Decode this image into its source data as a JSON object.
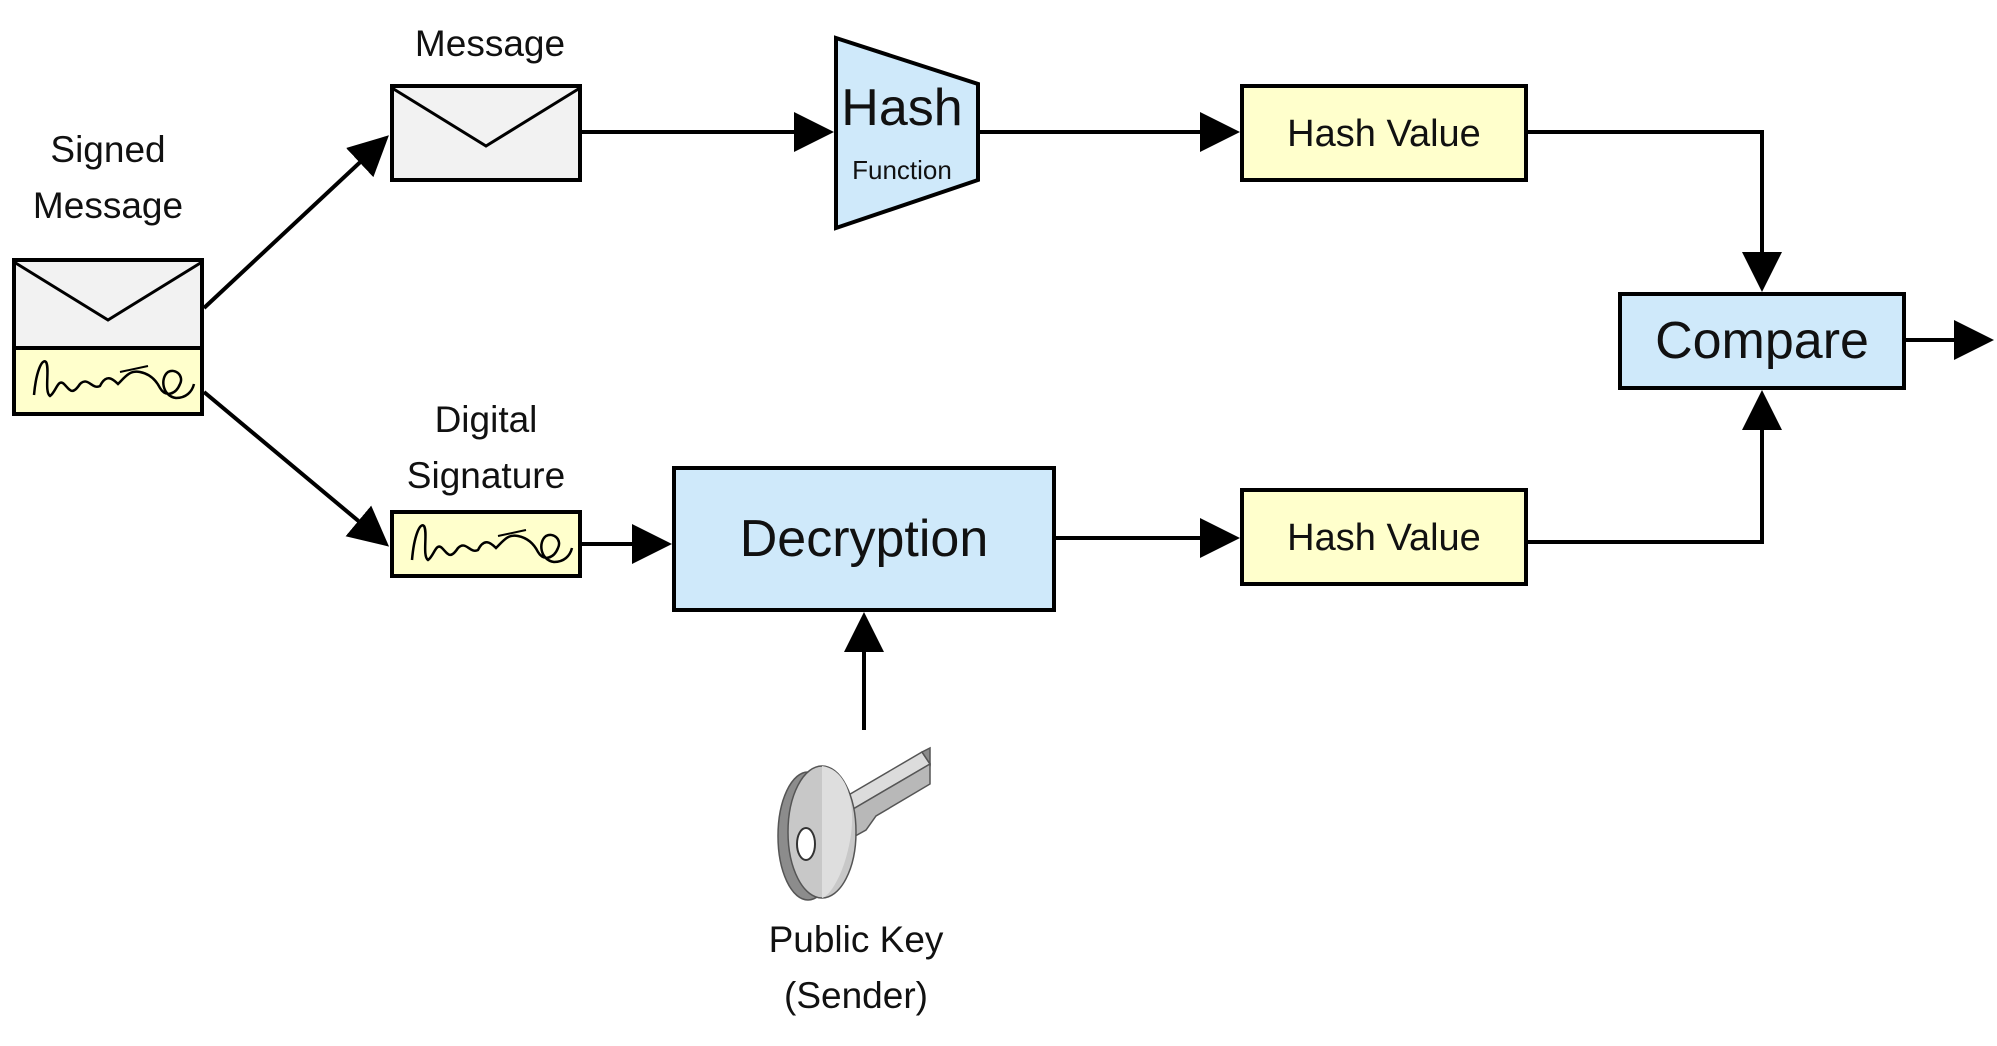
{
  "labels": {
    "signed_message_line1": "Signed",
    "signed_message_line2": "Message",
    "message": "Message",
    "hash_title": "Hash",
    "hash_subtitle": "Function",
    "hash_value_top": "Hash Value",
    "compare": "Compare",
    "digital_signature_line1": "Digital",
    "digital_signature_line2": "Signature",
    "decryption": "Decryption",
    "hash_value_bottom": "Hash Value",
    "public_key_line1": "Public Key",
    "public_key_line2": "(Sender)"
  },
  "colors": {
    "blue_fill": "#cfe9fa",
    "yellow_fill": "#ffffcc",
    "envelope_fill": "#f2f2f2",
    "stroke": "#000000",
    "key_light": "#dcdcdc",
    "key_mid": "#b8b8b8",
    "key_dark": "#8c8c8c"
  },
  "icons": {
    "envelope": "envelope-icon",
    "signature": "signature-icon",
    "key": "key-icon"
  }
}
